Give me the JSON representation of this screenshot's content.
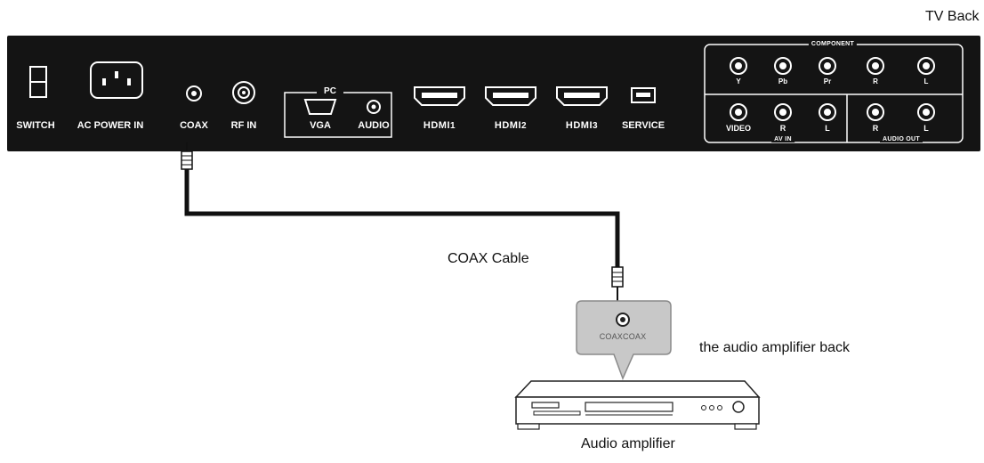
{
  "captions": {
    "tv_back": "TV Back",
    "coax_cable": "COAX Cable",
    "amplifier_back": "the audio amplifier back",
    "audio_amplifier": "Audio amplifier"
  },
  "panel": {
    "switch": "SWITCH",
    "ac_power_in": "AC POWER IN",
    "coax": "COAX",
    "rf_in": "RF IN",
    "pc_group": "PC",
    "vga": "VGA",
    "audio": "AUDIO",
    "hdmi_word": "HDMI",
    "hdmi1_num": "1",
    "hdmi2_num": "2",
    "hdmi3_num": "3",
    "service": "SERVICE",
    "component_group": "COMPONENT",
    "comp_y": "Y",
    "comp_pb": "Pb",
    "comp_pr": "Pr",
    "comp_r": "R",
    "comp_l": "L",
    "video": "VIDEO",
    "av_r": "R",
    "av_l": "L",
    "av_in": "AV IN",
    "out_r": "R",
    "out_l": "L",
    "audio_out": "AUDIO OUT"
  },
  "callout": {
    "label": "COAXCOAX"
  },
  "colors": {
    "panel": "#141414",
    "cable": "#111111",
    "callout": "#c8c8c8"
  }
}
